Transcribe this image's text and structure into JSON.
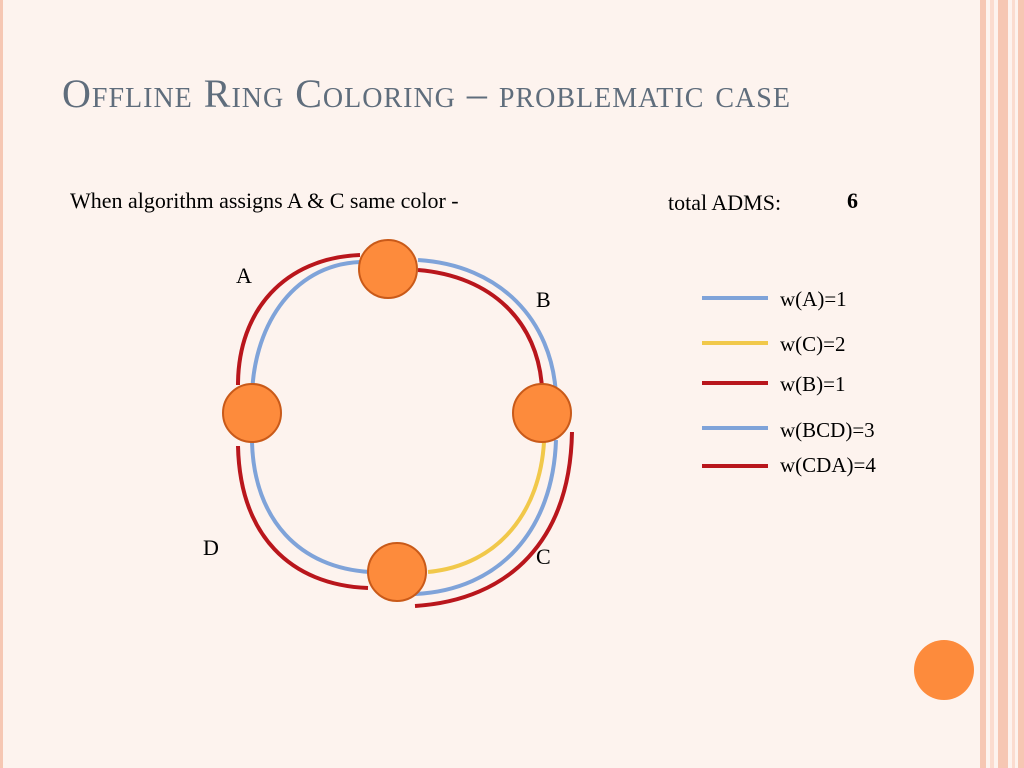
{
  "slide": {
    "title": "Offline Ring Coloring – problematic case",
    "caption_left": "When  algorithm assigns A & C same color -",
    "caption_right": "total ADMS:",
    "total_value": "6"
  },
  "nodes": {
    "labels": {
      "A": "A",
      "B": "B",
      "C": "C",
      "D": "D"
    },
    "fill_color": "#fd8b3c",
    "stroke_color": "#c95a19"
  },
  "legend": [
    {
      "label": "w(A)=1",
      "color": "#7fa3d9"
    },
    {
      "label": "w(C)=2",
      "color": "#f1c84a"
    },
    {
      "label": "w(B)=1",
      "color": "#b9161c"
    },
    {
      "label": "w(BCD)=3",
      "color": "#7fa3d9"
    },
    {
      "label": "w(CDA)=4",
      "color": "#b9161c"
    }
  ],
  "theme": {
    "background": "#fdf3ee",
    "title_color": "#5f6d7c",
    "stripe_colors": [
      "#f6c7b3",
      "#fbdccf"
    ],
    "accent_circle": "#fd8b3c"
  }
}
